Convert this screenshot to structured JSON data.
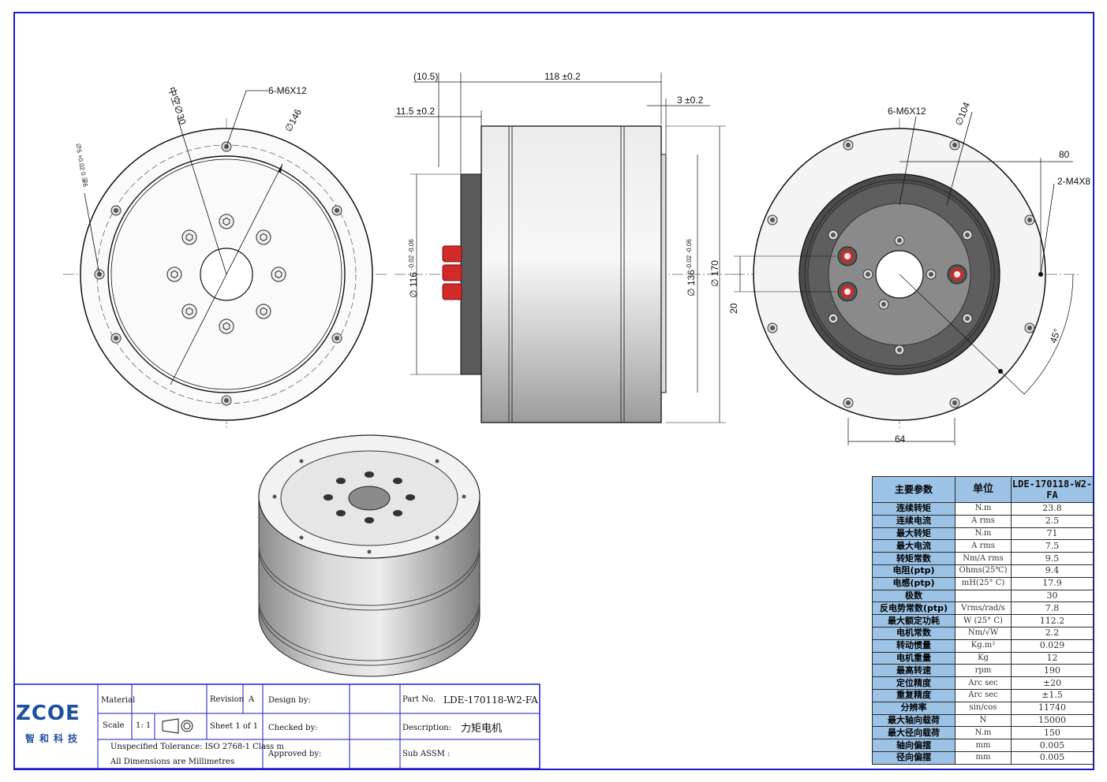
{
  "front_view": {
    "holes_note": "6-M6X12",
    "bore_note": "中空∅30",
    "pcd_note": "∅146",
    "pin_note": "∅5 +0.02 0 深6"
  },
  "side_view": {
    "dim_overall_length": "118 ±0.2",
    "dim_front_step": "(10.5)",
    "dim_flange_offset": "11.5 ±0.2",
    "dim_rear_step": "3 ±0.2",
    "dim_pilot": "∅ 116",
    "dim_pilot_tol": "-0.02 -0.06",
    "dim_rotor": "∅ 136",
    "dim_rotor_tol": "-0.02 -0.06",
    "dim_outer": "∅ 170"
  },
  "rear_view": {
    "holes_note": "6-M6X12",
    "pcd_note": "∅104",
    "dim_80": "80",
    "thread_note": "2-M4X8",
    "dim_20": "20",
    "dim_64": "64",
    "angle_note": "45°"
  },
  "spec_table": {
    "header": {
      "param": "主要参数",
      "unit": "单位",
      "model": "LDE-170118-W2-FA"
    },
    "rows": [
      {
        "param": "连续转矩",
        "unit": "N.m",
        "value": "23.8"
      },
      {
        "param": "连续电流",
        "unit": "A rms",
        "value": "2.5"
      },
      {
        "param": "最大转矩",
        "unit": "N.m",
        "value": "71"
      },
      {
        "param": "最大电流",
        "unit": "A rms",
        "value": "7.5"
      },
      {
        "param": "转矩常数",
        "unit": "Nm/A rms",
        "value": "9.5"
      },
      {
        "param": "电阻(ptp)",
        "unit": "Ohms(25℃)",
        "value": "9.4"
      },
      {
        "param": "电感(ptp)",
        "unit": "mH(25° C)",
        "value": "17.9"
      },
      {
        "param": "极数",
        "unit": "",
        "value": "30"
      },
      {
        "param": "反电势常数(ptp)",
        "unit": "Vrms/rad/s",
        "value": "7.8"
      },
      {
        "param": "最大额定功耗",
        "unit": "W (25° C)",
        "value": "112.2"
      },
      {
        "param": "电机常数",
        "unit": "Nm/√W",
        "value": "2.2"
      },
      {
        "param": "转动惯量",
        "unit": "Kg.m²",
        "value": "0.029"
      },
      {
        "param": "电机重量",
        "unit": "Kg",
        "value": "12"
      },
      {
        "param": "最高转速",
        "unit": "rpm",
        "value": "190"
      },
      {
        "param": "定位精度",
        "unit": "Arc sec",
        "value": "±20"
      },
      {
        "param": "重复精度",
        "unit": "Arc sec",
        "value": "±1.5"
      },
      {
        "param": "分辨率",
        "unit": "sin/cos",
        "value": "11740"
      },
      {
        "param": "最大轴向载荷",
        "unit": "N",
        "value": "15000"
      },
      {
        "param": "最大径向载荷",
        "unit": "N.m",
        "value": "150"
      },
      {
        "param": "轴向偏摆",
        "unit": "mm",
        "value": "0.005"
      },
      {
        "param": "径向偏摆",
        "unit": "mm",
        "value": "0.005"
      }
    ]
  },
  "title_block": {
    "company": "ZCOE",
    "company_cn": "智和科技",
    "material_label": "Material",
    "revision_label": "Revision",
    "revision_value": "A",
    "scale_label": "Scale",
    "scale_value": "1: 1",
    "sheet_label": "Sheet  1  of  1",
    "design_label": "Design by:",
    "checked_label": "Checked by:",
    "approved_label": "Approved by:",
    "part_no_label": "Part No.",
    "part_no_value": "LDE-170118-W2-FA",
    "description_label": "Description:",
    "description_value": "力矩电机",
    "sub_assm_label": "Sub ASSM :",
    "tolerance_note": "Unspecified Tolerance: ISO 2768-1 Class m",
    "units_note": "All Dimensions  are Millimetres"
  },
  "colors": {
    "frame": "#1a1acc",
    "table_head": "#9cc3e6",
    "logo": "#1f4fa0",
    "connector": "#d22a2a"
  }
}
